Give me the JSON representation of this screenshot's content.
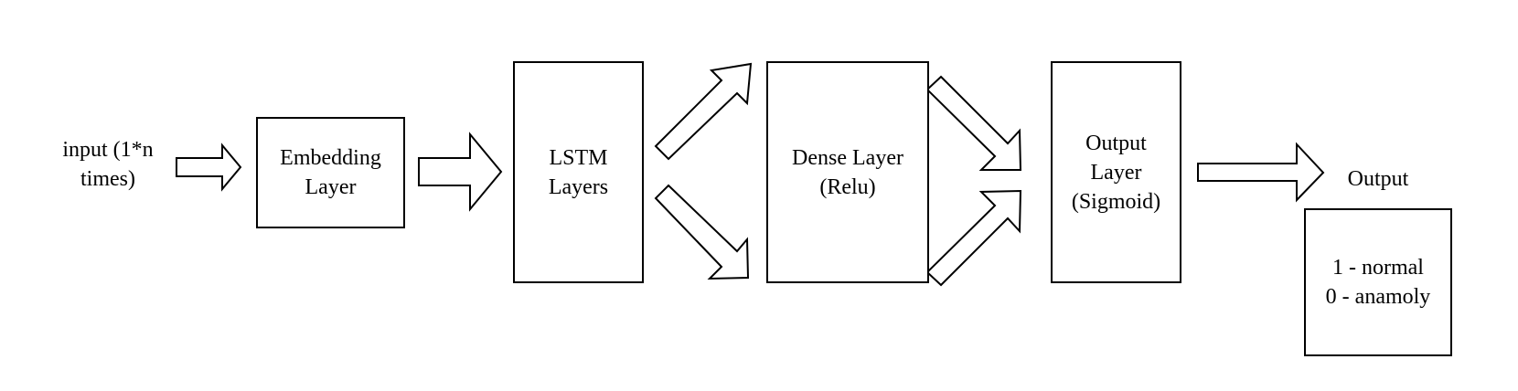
{
  "diagram": {
    "input_label": "input (1*n\ntimes)",
    "embedding_label": "Embedding\nLayer",
    "lstm_label": "LSTM\nLayers",
    "dense_label": "Dense Layer\n(Relu)",
    "output_layer_label": "Output\nLayer\n(Sigmoid)",
    "output_label": "Output",
    "result_label": "1 - normal\n0 - anamoly"
  }
}
